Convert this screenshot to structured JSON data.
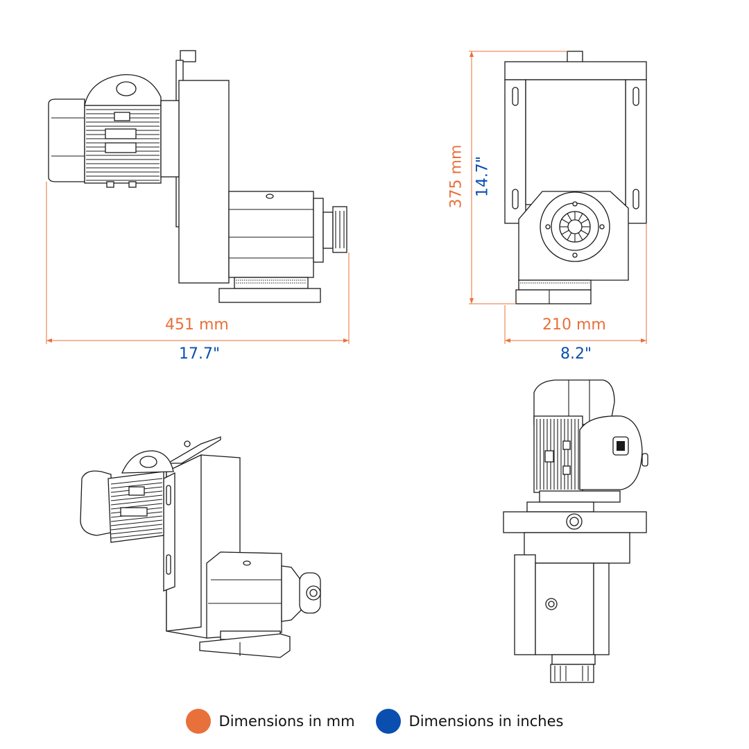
{
  "colors": {
    "mm": "#e8703a",
    "inch": "#0a4fb0",
    "line": "#1a1a1a"
  },
  "views": {
    "side": {
      "width_mm": "451 mm",
      "width_in": "17.7\""
    },
    "front": {
      "height_mm": "375 mm",
      "height_in": "14.7\"",
      "width_mm": "210 mm",
      "width_in": "8.2\""
    }
  },
  "legend": {
    "mm_label": "Dimensions in mm",
    "inch_label": "Dimensions in inches"
  }
}
